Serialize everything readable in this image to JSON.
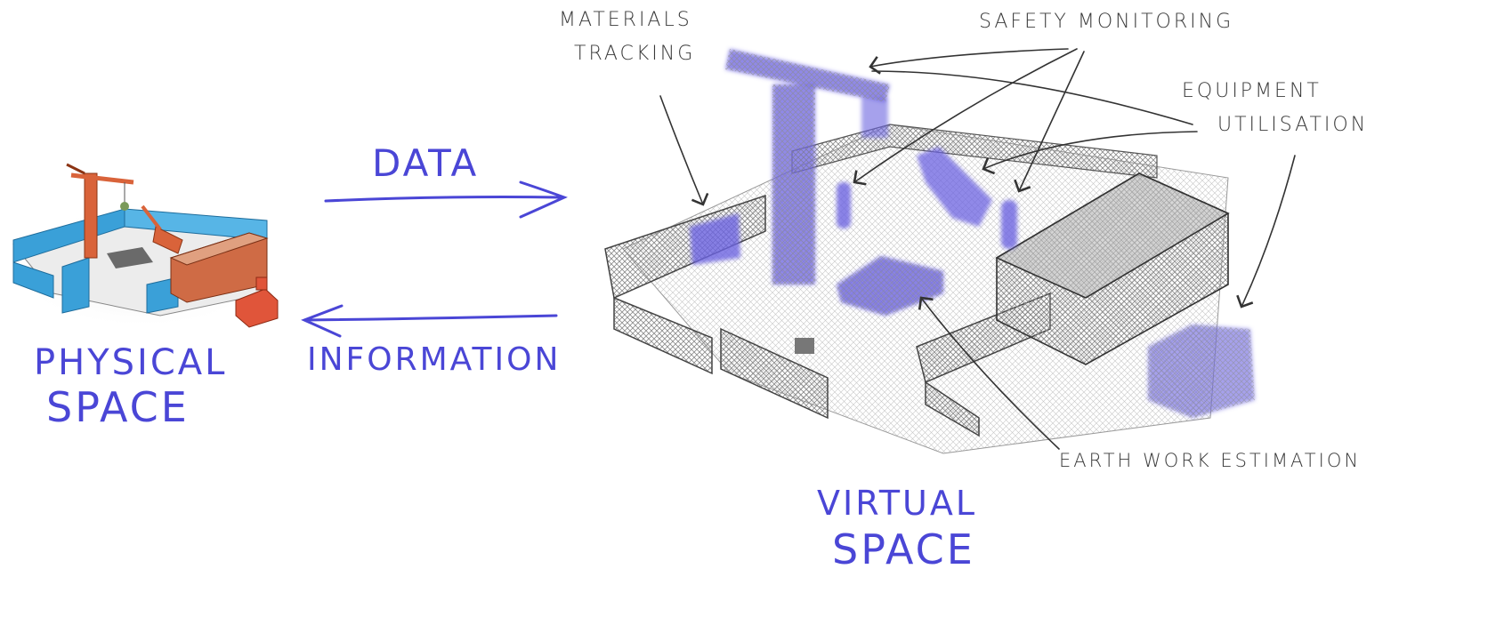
{
  "labels": {
    "physical_space_line1": "PHYSICAL",
    "physical_space_line2": "SPACE",
    "data": "DATA",
    "information": "INFORMATION",
    "virtual_space_line1": "VIRTUAL",
    "virtual_space_line2": "SPACE",
    "materials_tracking_line1": "MATERIALS",
    "materials_tracking_line2": "TRACKING",
    "safety_monitoring": "SAFETY MONITORING",
    "equipment_utilisation_line1": "EQUIPMENT",
    "equipment_utilisation_line2": "UTILISATION",
    "earthwork_estimation": "EARTH WORK ESTIMATION"
  },
  "colors": {
    "ink_blue": "#4a46d6",
    "ink_dark": "#3a3a3a",
    "physical_orange": "#d9633a",
    "physical_fence": "#3aa0d8",
    "virtual_highlight": "#6b62e0"
  }
}
